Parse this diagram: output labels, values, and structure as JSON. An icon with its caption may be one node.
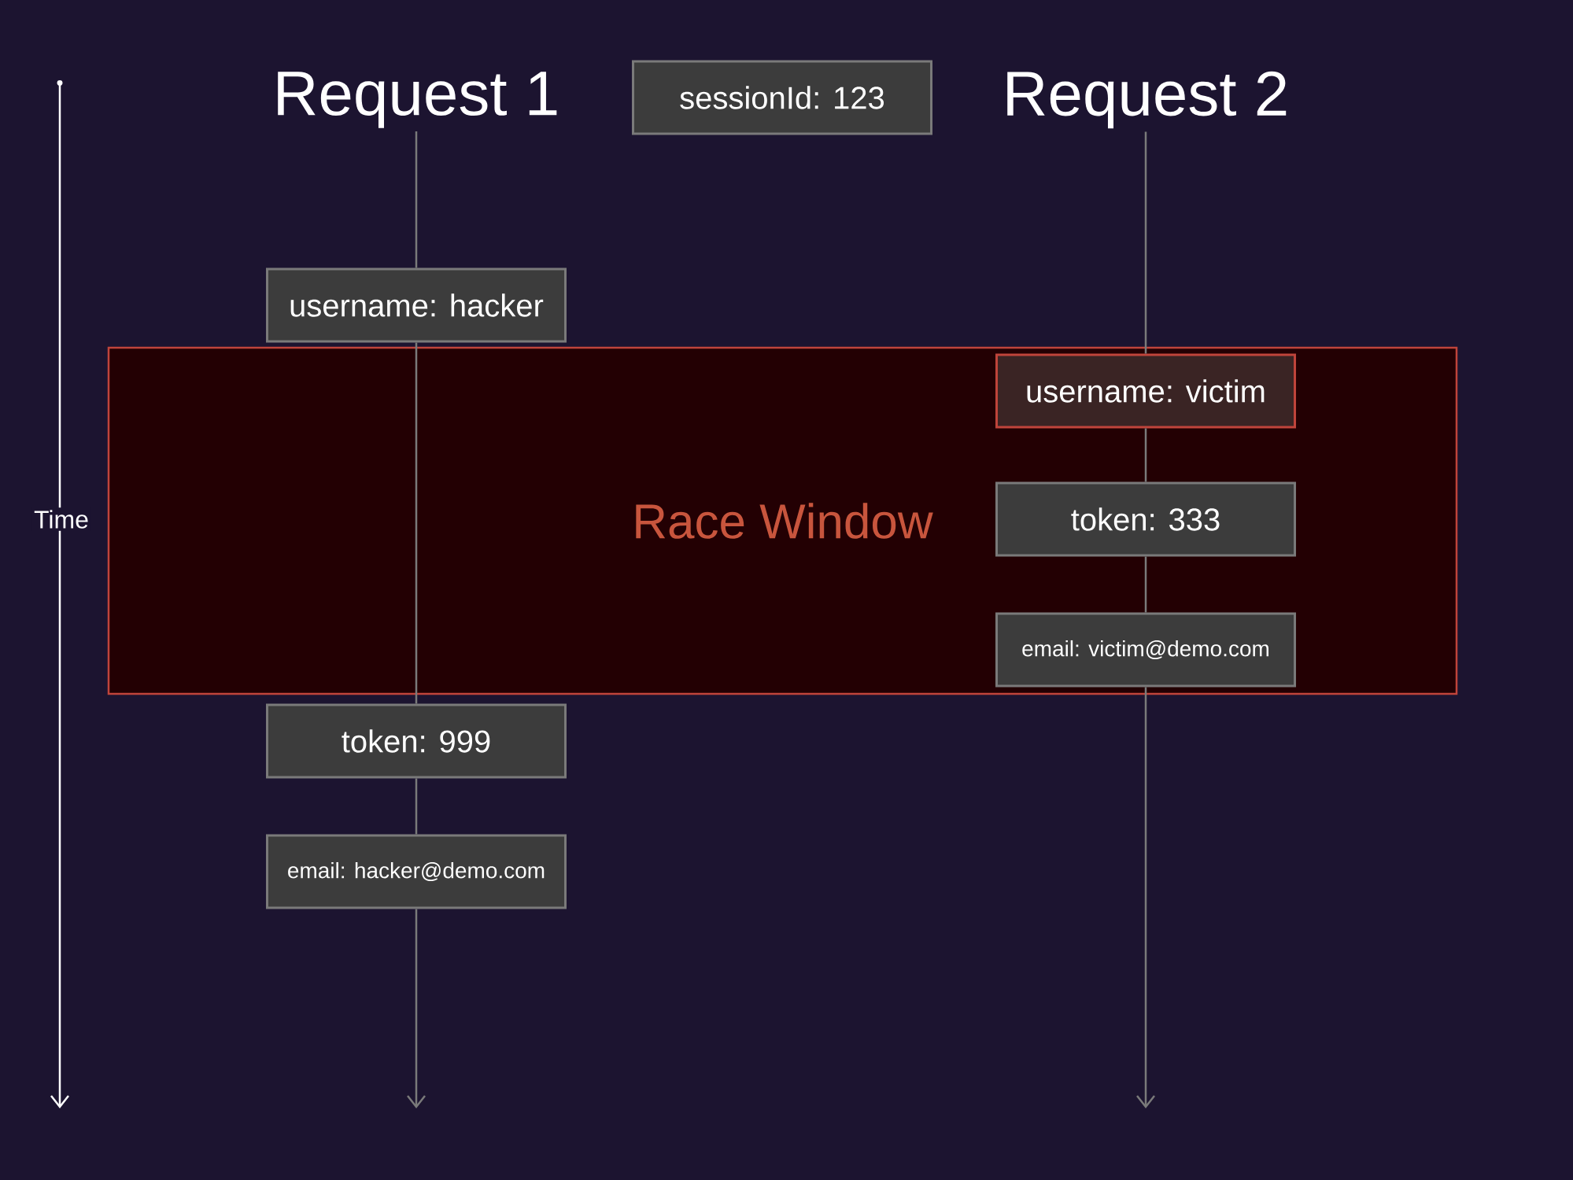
{
  "diagram": {
    "nodes": [
      {
        "text": [
          "Request 1"
        ]
      },
      {
        "text": [
          "sessionId: 123"
        ]
      },
      {
        "text": [
          "Request 2"
        ]
      },
      {
        "text": [
          "Race Window"
        ]
      },
      {
        "text": [
          "username: hacker"
        ]
      },
      {
        "text": [
          "token: 999"
        ]
      },
      {
        "text": [
          "email: hacker@demo.com"
        ]
      },
      {
        "text": [
          "username: victim"
        ],
        "in": 3
      },
      {
        "text": [
          "token: 333"
        ],
        "in": 3
      },
      {
        "text": [
          "email: victim@demo.com"
        ],
        "in": 3
      }
    ],
    "edges": [
      {
        "from": 0,
        "to": 4,
        "arrow": "none"
      },
      {
        "from": 4,
        "to": 5,
        "arrow": "none"
      },
      {
        "from": 5,
        "to": 6,
        "arrow": "none"
      },
      {
        "from": 6,
        "to": null,
        "arrow": "to"
      },
      {
        "from": 2,
        "to": 7,
        "arrow": "none"
      },
      {
        "from": 7,
        "to": 8,
        "arrow": "none"
      },
      {
        "from": 8,
        "to": 9,
        "arrow": "none"
      },
      {
        "from": 9,
        "to": null,
        "arrow": "to"
      }
    ],
    "labels": [
      "Time"
    ]
  }
}
